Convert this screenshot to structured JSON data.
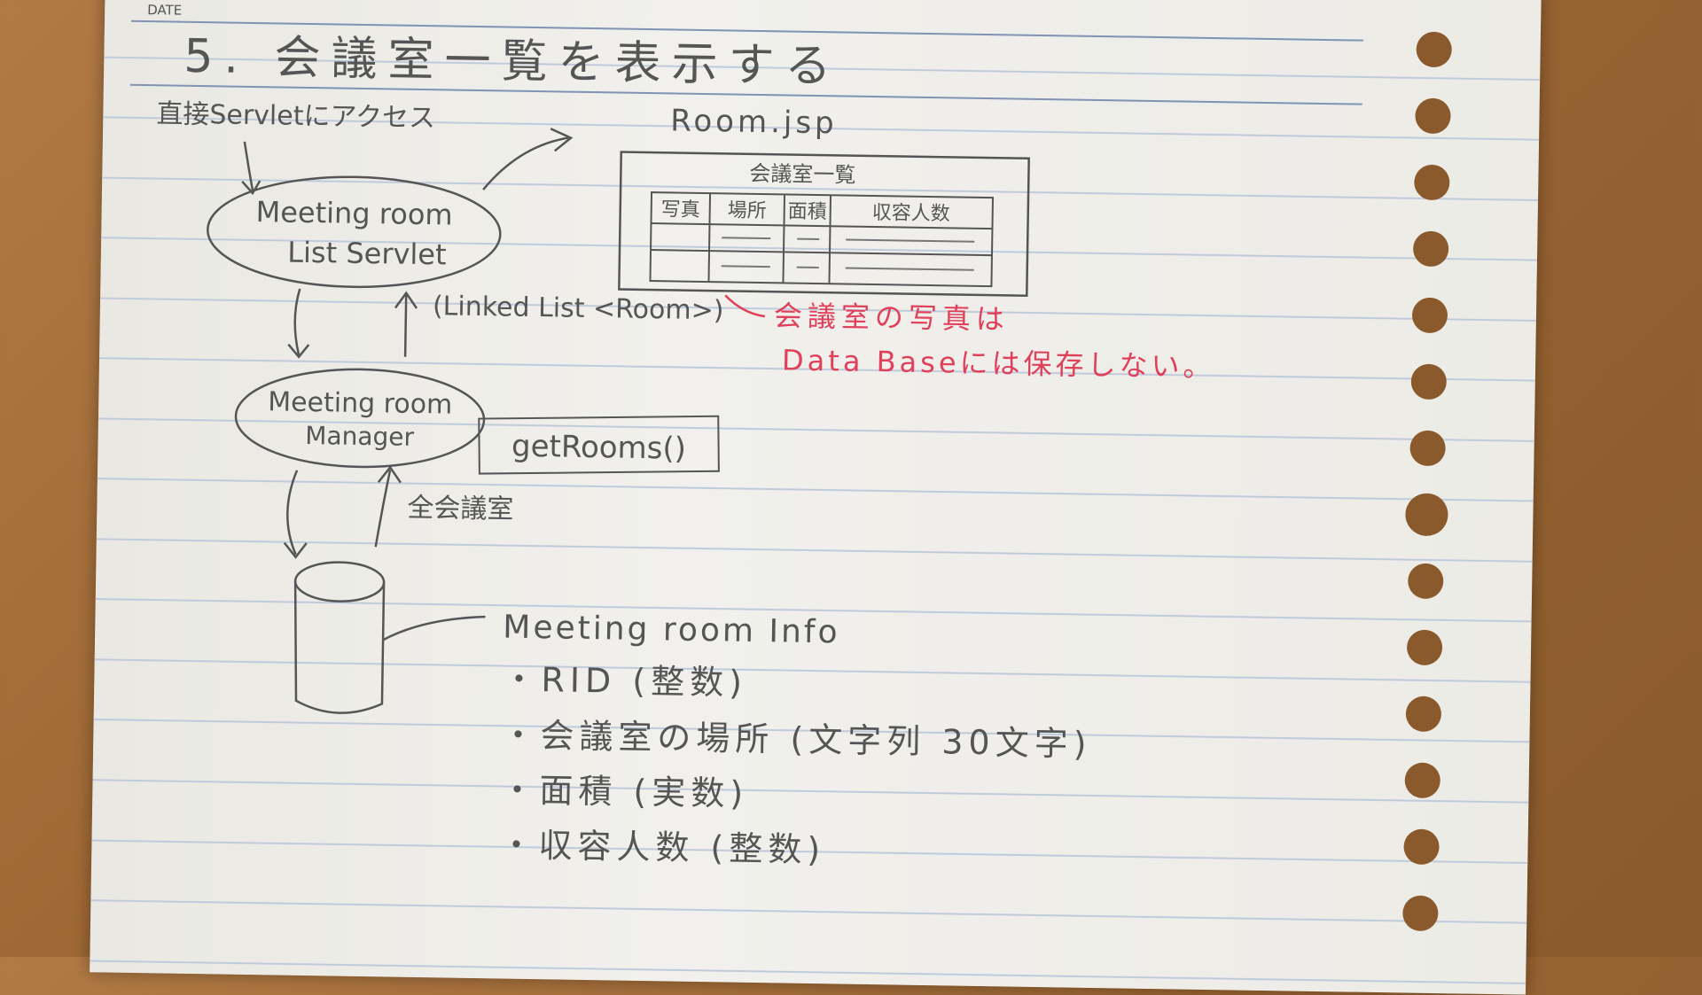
{
  "header": {
    "date_label": "DATE",
    "title": "5. 会議室一覧を表示する"
  },
  "access_note": "直接Servletにアクセス",
  "servlet": {
    "line1": "Meeting room",
    "line2": "List Servlet"
  },
  "jsp": {
    "filename": "Room.jsp",
    "table_title": "会議室一覧",
    "columns": [
      "写真",
      "場所",
      "面積",
      "収容人数"
    ]
  },
  "return_label": "(Linked List <Room>)",
  "red_note": {
    "line1": "会議室の写真は",
    "line2": "Data Baseには保存しない。"
  },
  "manager": {
    "line1": "Meeting room",
    "line2": "Manager"
  },
  "method_label": "getRooms()",
  "db_return_label": "全会議室",
  "info": {
    "title": "Meeting room Info",
    "fields": [
      "・RID (整数)",
      "・会議室の場所 (文字列 30文字)",
      "・面積 (実数)",
      "・収容人数 (整数)"
    ]
  },
  "colors": {
    "pencil": "#555555",
    "red_pen": "#e0405a",
    "paper": "#efeee9",
    "desk": "#9a6532"
  }
}
